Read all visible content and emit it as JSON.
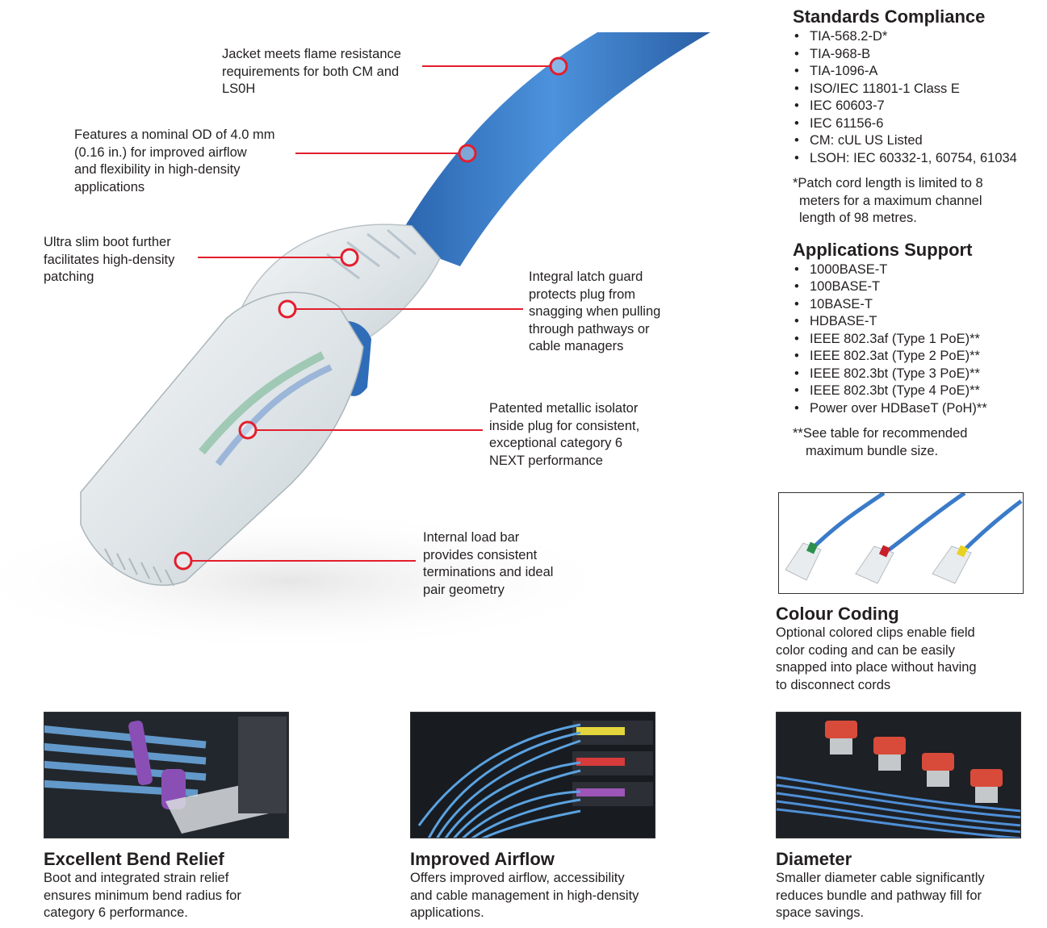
{
  "callouts": [
    {
      "id": "jacket",
      "lines": [
        "Jacket meets flame resistance",
        "requirements for both CM and",
        "LS0H"
      ]
    },
    {
      "id": "od",
      "lines": [
        "Features a nominal OD of 4.0 mm",
        "(0.16 in.) for improved airflow",
        "and flexibility in high-density",
        "applications"
      ]
    },
    {
      "id": "boot",
      "lines": [
        "Ultra slim boot further",
        "facilitates high-density",
        "patching"
      ]
    },
    {
      "id": "latch",
      "lines": [
        "Integral latch guard",
        "protects plug from",
        "snagging when pulling",
        "through pathways or",
        "cable managers"
      ]
    },
    {
      "id": "isolator",
      "lines": [
        "Patented metallic isolator",
        "inside plug for consistent,",
        "exceptional category 6",
        "NEXT performance"
      ]
    },
    {
      "id": "loadbar",
      "lines": [
        "Internal load bar",
        "provides consistent",
        "terminations and ideal",
        "pair geometry"
      ]
    }
  ],
  "standards": {
    "title": "Standards Compliance",
    "items": [
      "TIA-568.2-D*",
      "TIA-968-B",
      "TIA-1096-A",
      "ISO/IEC 11801-1 Class E",
      "IEC 60603-7",
      "IEC 61156-6",
      "CM: cUL US Listed",
      "LSOH: IEC 60332-1, 60754, 61034"
    ],
    "note": [
      "*Patch cord length is limited to 8",
      "meters for a maximum channel",
      "length of 98 metres."
    ]
  },
  "applications": {
    "title": "Applications Support",
    "items": [
      "1000BASE-T",
      "100BASE-T",
      "10BASE-T",
      "HDBASE-T",
      "IEEE 802.3af (Type 1 PoE)**",
      "IEEE 802.3at (Type 2 PoE)**",
      "IEEE 802.3bt (Type 3 PoE)**",
      "IEEE 802.3bt (Type 4 PoE)**",
      "Power over HDBaseT (PoH)**"
    ],
    "note": [
      "**See table for recommended",
      "maximum bundle size."
    ]
  },
  "colour_coding": {
    "title": "Colour Coding",
    "lines": [
      "Optional colored clips enable field",
      "color coding and can be easily",
      "snapped into place without having",
      "to disconnect cords"
    ]
  },
  "features": [
    {
      "title": "Excellent Bend Relief",
      "lines": [
        "Boot and integrated strain relief",
        "ensures minimum bend radius for",
        "category 6 performance."
      ]
    },
    {
      "title": "Improved Airflow",
      "lines": [
        "Offers improved airflow, accessibility",
        "and cable management in high-density",
        "applications."
      ]
    },
    {
      "title": "Diameter",
      "lines": [
        "Smaller diameter cable significantly",
        "reduces bundle and pathway fill for",
        "space savings."
      ]
    }
  ],
  "colors": {
    "accent": "#e31e2d",
    "cable_blue": "#3a7bc8",
    "text": "#231f20"
  }
}
